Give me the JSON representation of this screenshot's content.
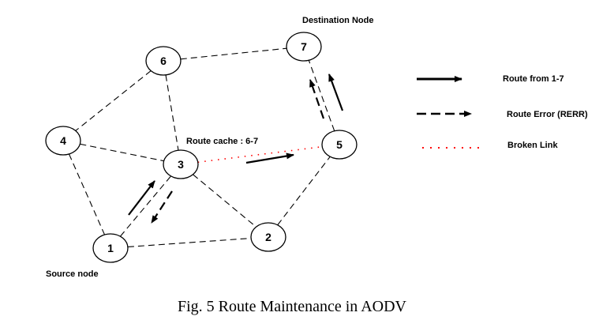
{
  "diagram": {
    "nodes": [
      {
        "id": "1",
        "label": "1"
      },
      {
        "id": "2",
        "label": "2"
      },
      {
        "id": "3",
        "label": "3"
      },
      {
        "id": "4",
        "label": "4"
      },
      {
        "id": "5",
        "label": "5"
      },
      {
        "id": "6",
        "label": "6"
      },
      {
        "id": "7",
        "label": "7"
      }
    ],
    "links": [
      {
        "from": "6",
        "to": "7",
        "type": "link"
      },
      {
        "from": "6",
        "to": "4",
        "type": "link"
      },
      {
        "from": "6",
        "to": "3",
        "type": "link"
      },
      {
        "from": "4",
        "to": "3",
        "type": "link"
      },
      {
        "from": "4",
        "to": "1",
        "type": "link"
      },
      {
        "from": "1",
        "to": "3",
        "type": "link"
      },
      {
        "from": "1",
        "to": "2",
        "type": "link"
      },
      {
        "from": "3",
        "to": "2",
        "type": "link"
      },
      {
        "from": "2",
        "to": "5",
        "type": "link"
      },
      {
        "from": "5",
        "to": "7",
        "type": "link"
      },
      {
        "from": "3",
        "to": "5",
        "type": "broken"
      }
    ],
    "arrows": [
      {
        "from": "1",
        "to": "3",
        "type": "route"
      },
      {
        "from": "3",
        "to": "5",
        "type": "route"
      },
      {
        "from": "5",
        "to": "7",
        "type": "route"
      },
      {
        "from": "5",
        "to": "7",
        "type": "rerr"
      },
      {
        "from": "3",
        "to": "1",
        "type": "rerr"
      }
    ],
    "annotations": {
      "destination": "Destination Node",
      "source": "Source node",
      "route_cache": "Route cache : 6-7"
    },
    "legend": [
      {
        "type": "route",
        "label": "Route from 1-7"
      },
      {
        "type": "rerr",
        "label": "Route Error (RERR)"
      },
      {
        "type": "broken",
        "label": "Broken Link"
      }
    ],
    "caption": "Fig. 5 Route Maintenance in AODV",
    "colors": {
      "line": "#000000",
      "broken": "#ff0000",
      "background": "#ffffff"
    }
  }
}
